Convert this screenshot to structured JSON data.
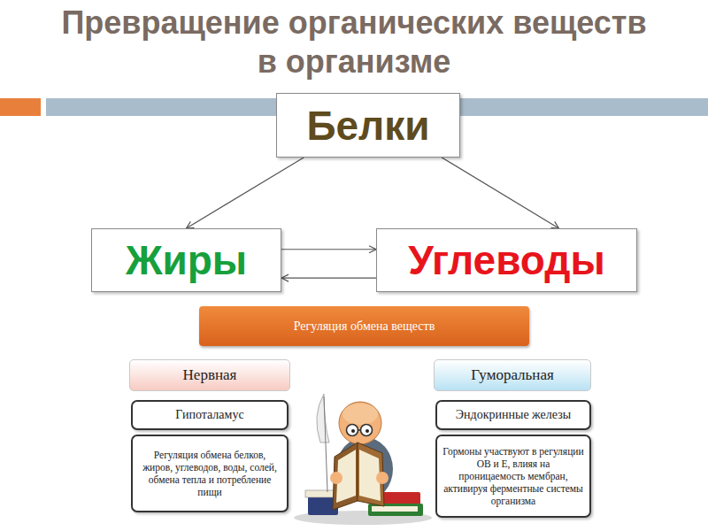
{
  "diagram": {
    "title": "Превращение органических веществ в организме",
    "nodes": [
      {
        "text": [
          "Белки"
        ]
      },
      {
        "text": [
          "Жиры"
        ]
      },
      {
        "text": [
          "Углеводы"
        ]
      },
      {
        "text": [
          "Регуляция обмена веществ"
        ]
      },
      {
        "text": [
          "Нервная"
        ]
      },
      {
        "text": [
          "Гуморальная"
        ]
      },
      {
        "text": [
          "Гипоталамус"
        ]
      },
      {
        "text": [
          "Регуляция обмена белков, жиров, углеводов, воды, солей, обмена тепла и потребление пищи"
        ]
      },
      {
        "text": [
          "Эндокринные железы"
        ]
      },
      {
        "text": [
          "Гормоны участвуют в регуляции ОВ и Е, влияя на проницаемость мембран, активируя ферментные системы организма"
        ]
      }
    ],
    "edges": [
      {
        "from": 0,
        "to": 1,
        "arrow": "to"
      },
      {
        "from": 0,
        "to": 2,
        "arrow": "to"
      },
      {
        "from": 1,
        "to": 2,
        "arrow": "to"
      },
      {
        "from": 2,
        "to": 1,
        "arrow": "to"
      }
    ]
  }
}
